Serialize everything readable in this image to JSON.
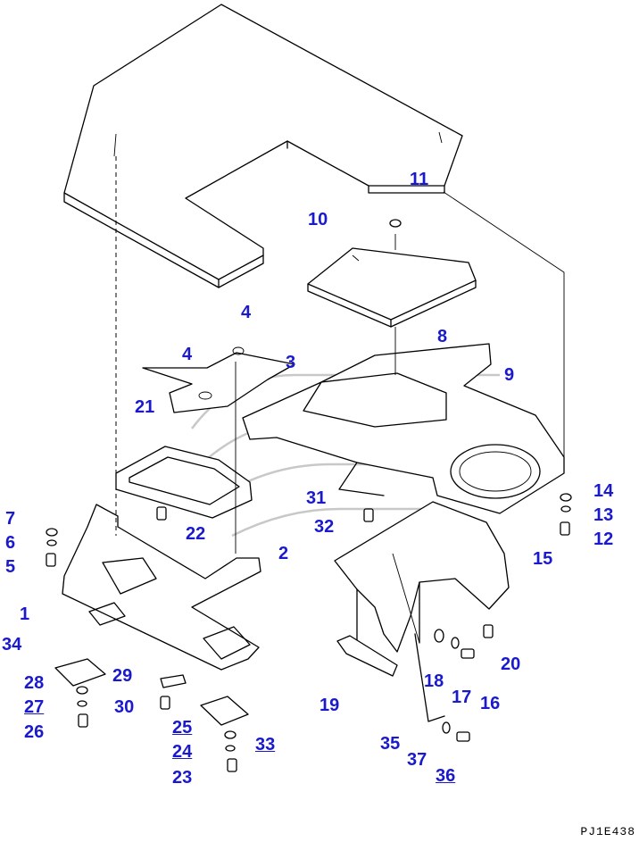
{
  "drawing_code": "PJ1E438",
  "callouts": [
    {
      "id": "1",
      "label": "1"
    },
    {
      "id": "2",
      "label": "2"
    },
    {
      "id": "3",
      "label": "3"
    },
    {
      "id": "4a",
      "label": "4"
    },
    {
      "id": "4b",
      "label": "4"
    },
    {
      "id": "5",
      "label": "5"
    },
    {
      "id": "6",
      "label": "6"
    },
    {
      "id": "7",
      "label": "7"
    },
    {
      "id": "8",
      "label": "8"
    },
    {
      "id": "9",
      "label": "9"
    },
    {
      "id": "10",
      "label": "10"
    },
    {
      "id": "11",
      "label": "11"
    },
    {
      "id": "12",
      "label": "12"
    },
    {
      "id": "13",
      "label": "13"
    },
    {
      "id": "14",
      "label": "14"
    },
    {
      "id": "15",
      "label": "15"
    },
    {
      "id": "16",
      "label": "16"
    },
    {
      "id": "17",
      "label": "17"
    },
    {
      "id": "18",
      "label": "18"
    },
    {
      "id": "19",
      "label": "19"
    },
    {
      "id": "20",
      "label": "20"
    },
    {
      "id": "21",
      "label": "21"
    },
    {
      "id": "22",
      "label": "22"
    },
    {
      "id": "23",
      "label": "23"
    },
    {
      "id": "24",
      "label": "24"
    },
    {
      "id": "25",
      "label": "25"
    },
    {
      "id": "26",
      "label": "26"
    },
    {
      "id": "27",
      "label": "27"
    },
    {
      "id": "28",
      "label": "28"
    },
    {
      "id": "29",
      "label": "29"
    },
    {
      "id": "30",
      "label": "30"
    },
    {
      "id": "31",
      "label": "31"
    },
    {
      "id": "32",
      "label": "32"
    },
    {
      "id": "33",
      "label": "33"
    },
    {
      "id": "34",
      "label": "34"
    },
    {
      "id": "35",
      "label": "35"
    },
    {
      "id": "36",
      "label": "36"
    },
    {
      "id": "37",
      "label": "37"
    }
  ],
  "colors": {
    "callout": "#1a1acc",
    "line": "#000000",
    "watermark": "#c8c8c8"
  }
}
